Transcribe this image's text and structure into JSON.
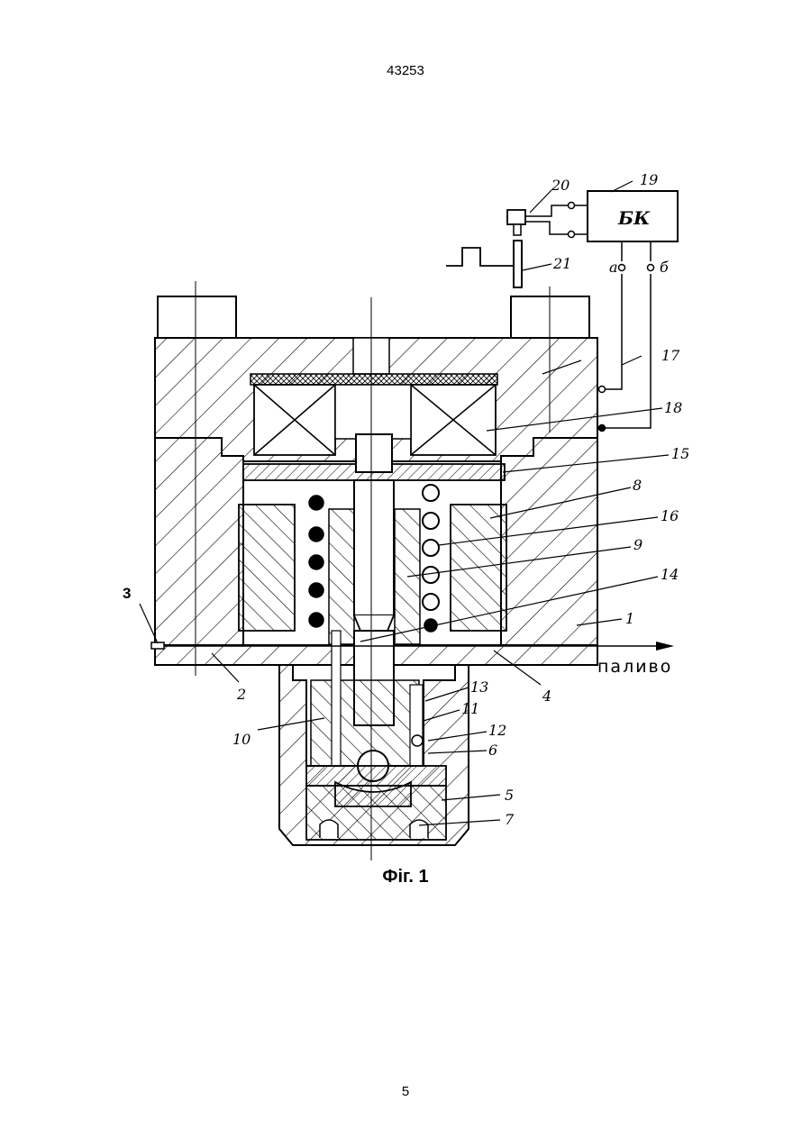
{
  "header": {
    "doc_number": "43253"
  },
  "figure": {
    "caption": "Фіг. 1",
    "fuel_label": "паливо",
    "control_block_text": "БК",
    "terminal_a": "а",
    "terminal_b": "б",
    "labels": {
      "l1": "1",
      "l2": "2",
      "l3": "3",
      "l4": "4",
      "l5": "5",
      "l6": "6",
      "l7": "7",
      "l8": "8",
      "l9": "9",
      "l10": "10",
      "l11": "11",
      "l12": "12",
      "l13": "13",
      "l14": "14",
      "l15": "15",
      "l16": "16",
      "l17": "17",
      "l18": "18",
      "l19": "19",
      "l20": "20",
      "l21": "21"
    }
  },
  "footer": {
    "page_number": "5"
  }
}
